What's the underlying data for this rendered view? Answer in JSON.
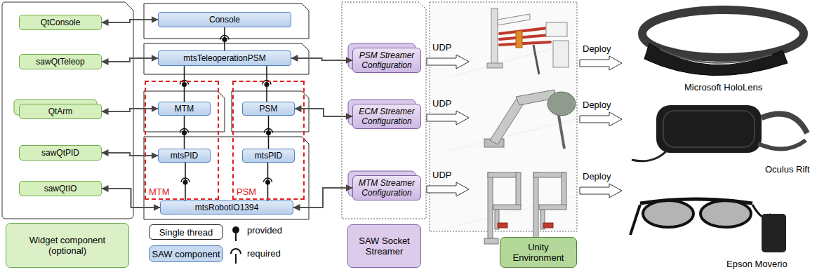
{
  "diagram": {
    "nodes": [
      {
        "text": [
          "QtConsole"
        ]
      },
      {
        "text": [
          "sawQtTeleop"
        ]
      },
      {
        "text": [
          "QtArm"
        ]
      },
      {
        "text": [
          "sawQtPID"
        ]
      },
      {
        "text": [
          "sawQtIO"
        ]
      },
      {
        "text": [
          "Console"
        ]
      },
      {
        "text": [
          "mtsTeleoperationPSM"
        ]
      },
      {
        "text": [
          "MTM"
        ]
      },
      {
        "text": [
          "MTM"
        ],
        "in": 7
      },
      {
        "text": [
          "mtsPID"
        ],
        "in": 7
      },
      {
        "text": [
          "PSM"
        ]
      },
      {
        "text": [
          "PSM"
        ],
        "in": 10
      },
      {
        "text": [
          "mtsPID"
        ],
        "in": 10
      },
      {
        "text": [
          "mtsRobotIO1394"
        ]
      },
      {
        "text": [
          "PSM Streamer Configuration"
        ]
      },
      {
        "text": [
          "ECM Streamer Configuration"
        ]
      },
      {
        "text": [
          "MTM Streamer Configuration"
        ]
      }
    ],
    "edges": [
      {
        "from": 0,
        "to": 5,
        "arrow": "both"
      },
      {
        "from": 1,
        "to": 6,
        "arrow": "both"
      },
      {
        "from": 2,
        "to": 8,
        "arrow": "both"
      },
      {
        "from": 3,
        "to": 9,
        "arrow": "both"
      },
      {
        "from": 4,
        "to": 13,
        "arrow": "both"
      },
      {
        "from": 6,
        "to": 5,
        "arrow": "none"
      },
      {
        "from": 8,
        "to": 6,
        "arrow": "none"
      },
      {
        "from": 11,
        "to": 6,
        "arrow": "none"
      },
      {
        "from": 9,
        "to": 8,
        "arrow": "none"
      },
      {
        "from": 12,
        "to": 11,
        "arrow": "none"
      },
      {
        "from": 13,
        "to": 9,
        "arrow": "none"
      },
      {
        "from": 13,
        "to": 12,
        "arrow": "none"
      },
      {
        "from": 6,
        "to": 14,
        "arrow": "both"
      },
      {
        "from": 11,
        "to": 15,
        "arrow": "both"
      },
      {
        "from": 13,
        "to": 16,
        "arrow": "both"
      }
    ],
    "labels": [
      "UDP",
      "UDP",
      "UDP",
      "Deploy",
      "Deploy",
      "Deploy",
      "Microsoft HoloLens",
      "Oculus Rift",
      "Epson Moverio"
    ],
    "legend": [
      {
        "text": "Widget component (optional)",
        "color": "#dcf0c8"
      },
      {
        "text": "Single thread"
      },
      {
        "text": "SAW component",
        "color": "#c6d9f1"
      },
      {
        "text": "provided"
      },
      {
        "text": "required"
      },
      {
        "text": "SAW Socket Streamer",
        "color": "#dccbeb"
      },
      {
        "text": "Unity Environment",
        "color": "#b3d89a"
      }
    ]
  }
}
